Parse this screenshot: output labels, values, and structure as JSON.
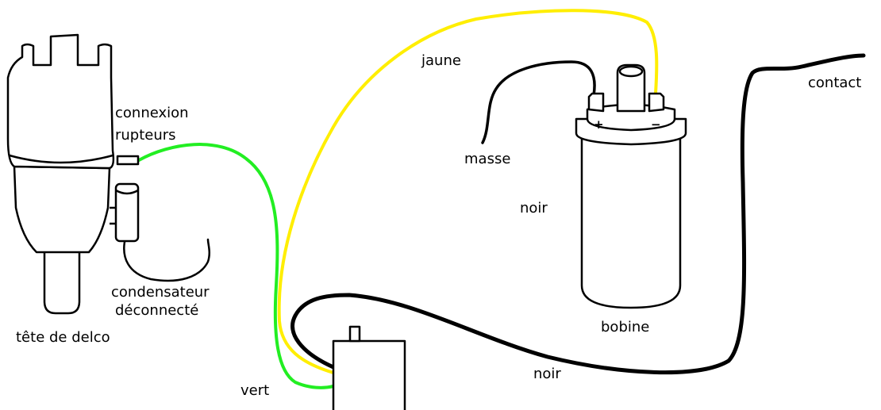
{
  "labels": {
    "connexion_line1": "connexion",
    "connexion_line2": "rupteurs",
    "condensateur_line1": "condensateur",
    "condensateur_line2": "déconnecté",
    "tete_de_delco": "tête de delco",
    "vert": "vert",
    "jaune": "jaune",
    "masse": "masse",
    "noir_coil": "noir",
    "bobine": "bobine",
    "noir_bottom": "noir",
    "contact": "contact"
  },
  "terminals": {
    "plus": "+",
    "minus": "−"
  },
  "colors": {
    "green_wire": "#22ee22",
    "yellow_wire": "#ffee00",
    "black_wire": "#000000",
    "outline": "#000000",
    "background": "#ffffff"
  }
}
